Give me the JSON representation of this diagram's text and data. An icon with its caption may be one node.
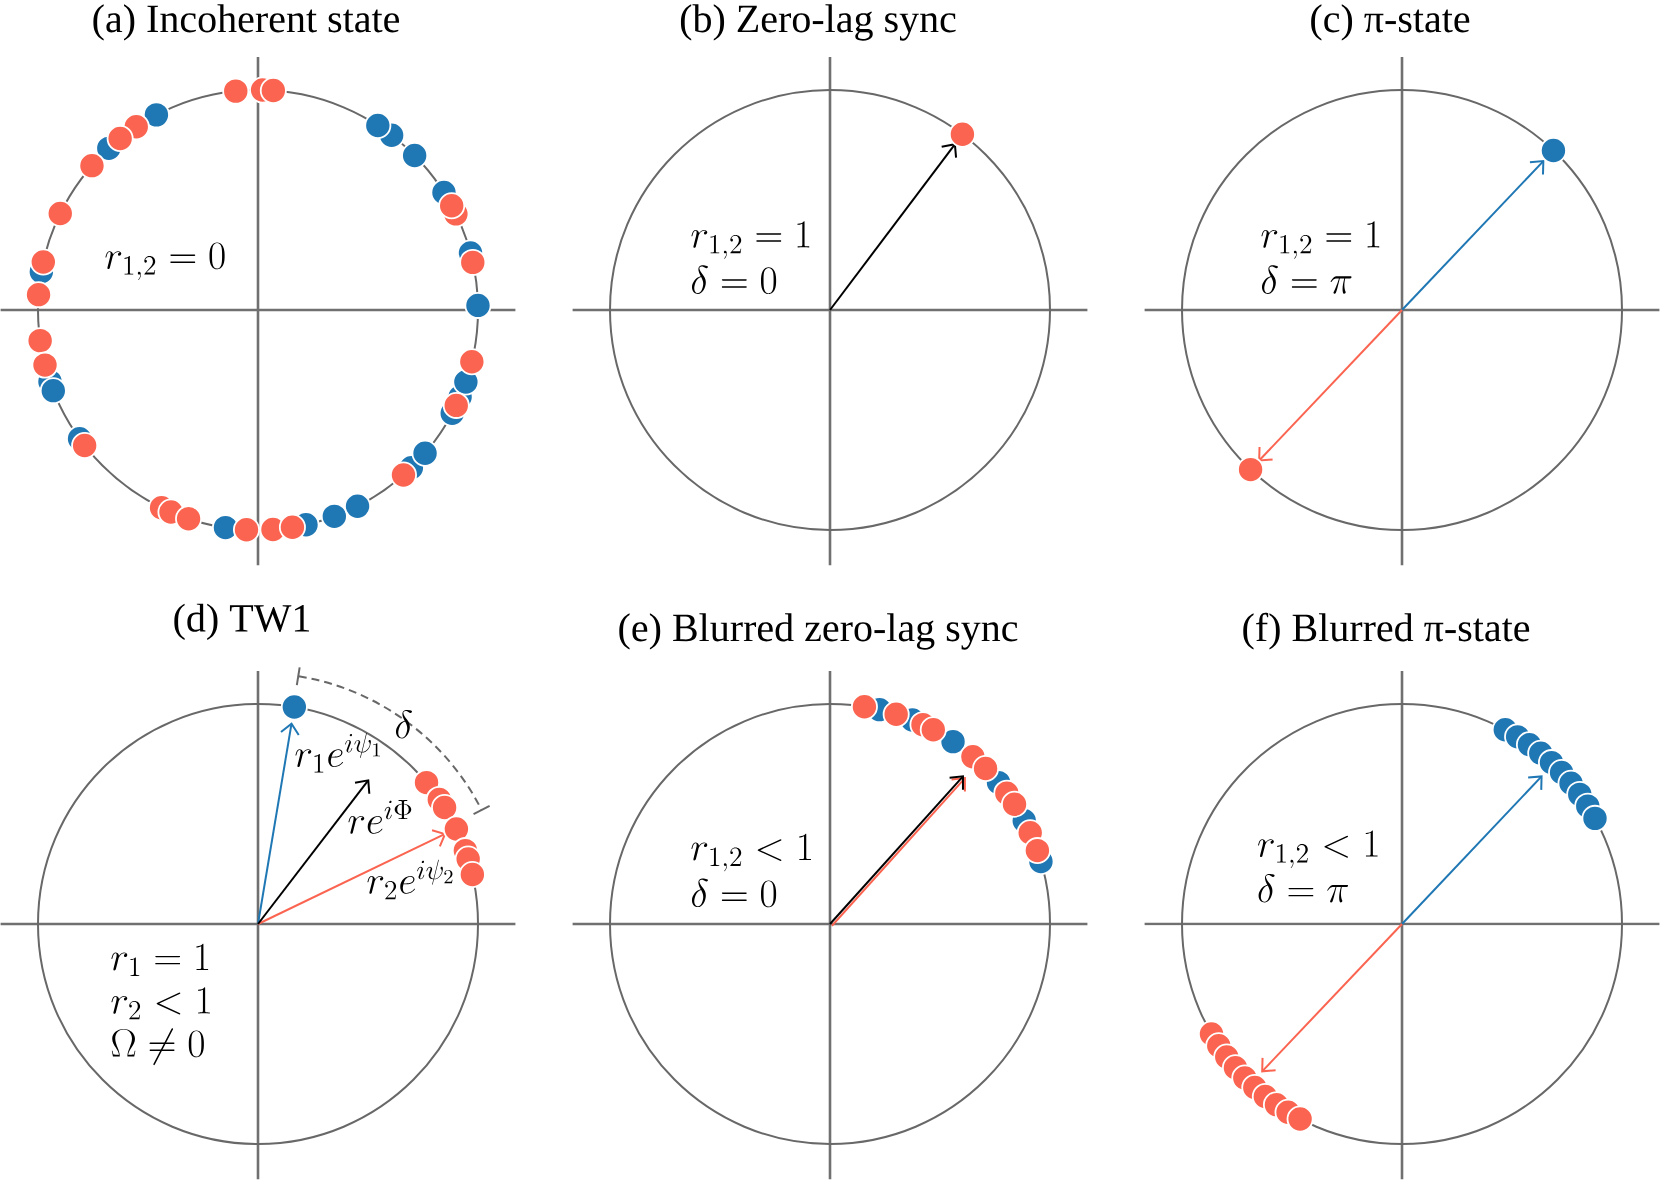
{
  "diagram": {
    "nodes": [
      {
        "text": [
          "(a) Incoherent state",
          "r_{1,2} = 0"
        ]
      },
      {
        "text": [
          "(b) Zero-lag sync",
          "r_{1,2} = 1",
          "\\delta = 0"
        ]
      },
      {
        "text": [
          "(c) π-state",
          "r_{1,2} = 1",
          "\\delta = \\pi"
        ]
      },
      {
        "text": [
          "(d) TW1",
          "r_1 e^{i\\psi_1}",
          "re^{i\\Phi}",
          "r_2 e^{i\\psi_2}",
          "r_1 = 1",
          "r_2 < 1",
          "\\Omega \\neq 0"
        ]
      },
      {
        "text": [
          "(e) Blurred zero-lag sync",
          "r_{1,2} < 1",
          "\\delta = 0"
        ]
      },
      {
        "text": [
          "(f) Blurred π-state",
          "r_{1,2} < 1",
          "\\delta = \\pi"
        ]
      }
    ],
    "labels": [
      "\\delta"
    ]
  }
}
